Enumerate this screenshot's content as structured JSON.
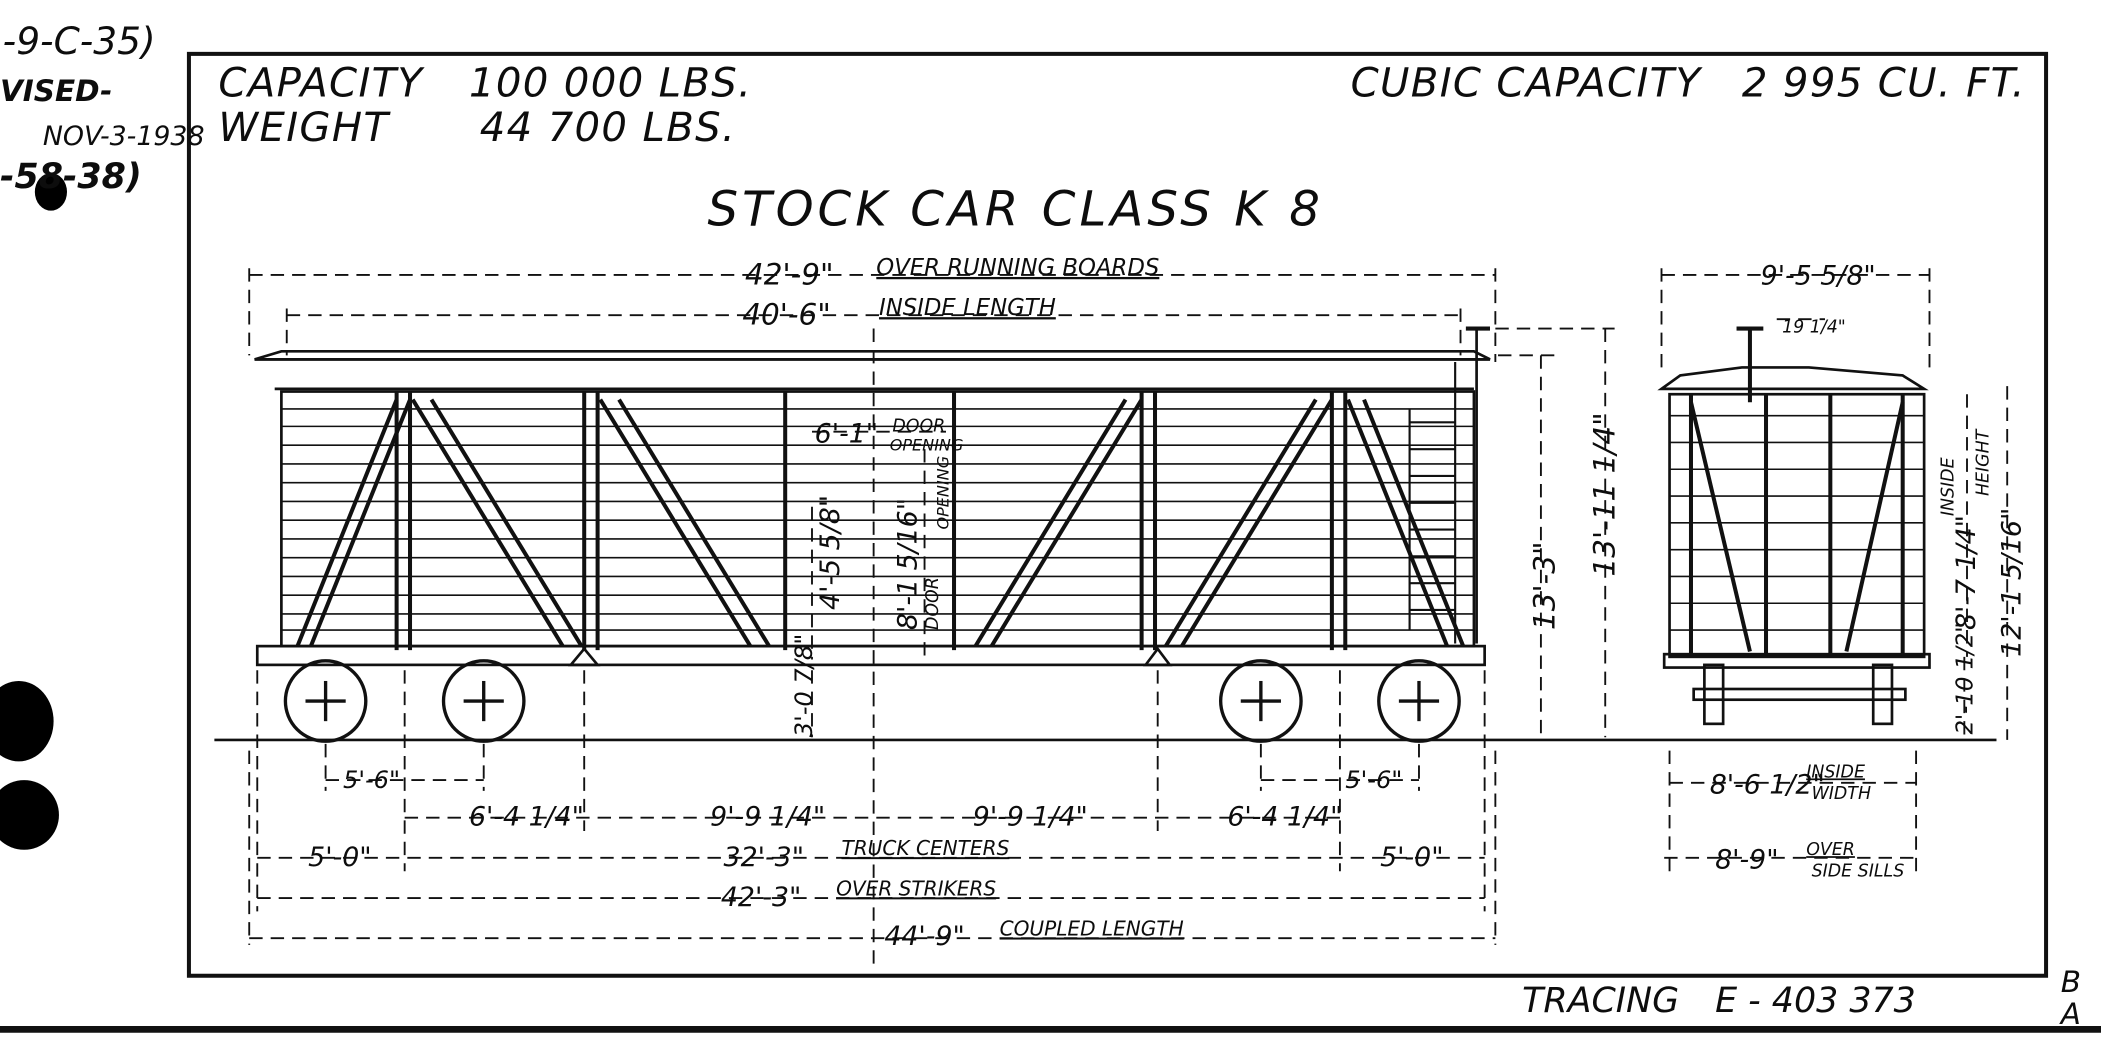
{
  "revision": {
    "ref": "-9-C-35)",
    "revised": "VISED-",
    "date": "NOV-3-1938",
    "ref2": "-58-38)"
  },
  "specs": {
    "capacity_label": "CAPACITY",
    "capacity_value": "100 000 LBS.",
    "weight_label": "WEIGHT",
    "weight_value": "44 700 LBS.",
    "cubic_label": "CUBIC CAPACITY",
    "cubic_value": "2 995 CU. FT."
  },
  "title": "STOCK CAR CLASS K 8",
  "side_view": {
    "over_running_boards": {
      "value": "42'-9\"",
      "label": "OVER RUNNING BOARDS"
    },
    "inside_length": {
      "value": "40'-6\"",
      "label": "INSIDE LENGTH"
    },
    "door_opening_w": {
      "value": "6'-1\"",
      "label": "DOOR",
      "label2": "OPENING"
    },
    "door_opening_h": {
      "value": "8'-1 5/16\"",
      "label": "DOOR",
      "label2": "OPENING"
    },
    "side_height": "4'-5 5/8\"",
    "sill_height": "3'-0 7/8\"",
    "height_a": "13'-3\"",
    "height_b": "13'-11 1/4\"",
    "truck_wheelbase_l": "5'-6\"",
    "truck_wheelbase_r": "5'-6\"",
    "seg_l": "6'-4 1/4\"",
    "seg_cl": "9'-9 1/4\"",
    "seg_cr": "9'-9 1/4\"",
    "seg_r": "6'-4 1/4\"",
    "end_l": "5'-0\"",
    "end_r": "5'-0\"",
    "truck_centers": {
      "value": "32'-3\"",
      "label": "TRUCK CENTERS"
    },
    "over_strikers": {
      "value": "42'-3\"",
      "label": "OVER STRIKERS"
    },
    "coupled_length": {
      "value": "44'-9\"",
      "label": "COUPLED LENGTH"
    }
  },
  "end_view": {
    "top_width": "9'-5 5/8\"",
    "walk_width": "19 1/4\"",
    "inside_height": {
      "value": "8'-7 1/4\"",
      "label": "INSIDE",
      "label2": "HEIGHT"
    },
    "overall_height": "12'-1 5/16\"",
    "sill_height": "2'-10 1/2\"",
    "inside_width": {
      "value": "8'-6 1/2\"",
      "label": "INSIDE",
      "label2": "WIDTH"
    },
    "over_side_sills": {
      "value": "8'-9\"",
      "label": "OVER",
      "label2": "SIDE SILLS"
    }
  },
  "tracing": {
    "label": "TRACING",
    "number": "E - 403 373"
  },
  "corner_marks": {
    "top": "B",
    "bottom": "A"
  }
}
